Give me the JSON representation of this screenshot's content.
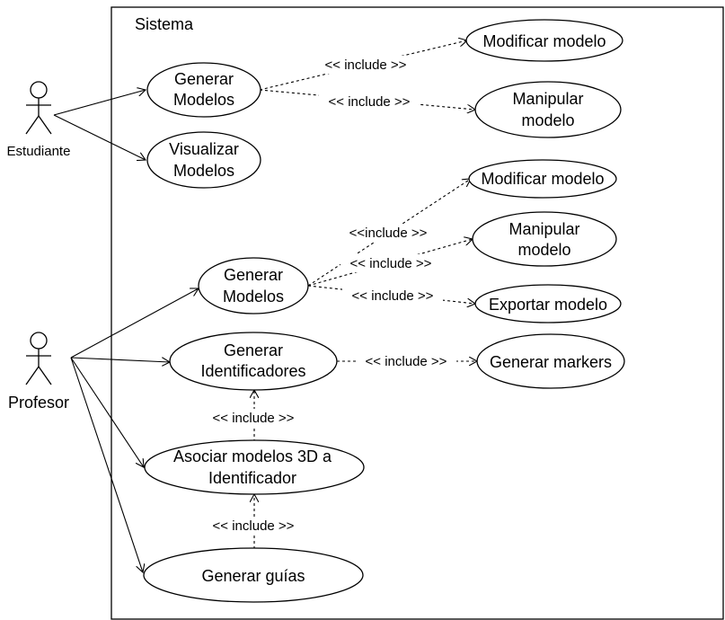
{
  "system": {
    "title": "Sistema"
  },
  "actors": {
    "estudiante": "Estudiante",
    "profesor": "Profesor"
  },
  "use_cases": {
    "est_generar_modelos": [
      "Generar",
      "Modelos"
    ],
    "est_visualizar_modelos": [
      "Visualizar",
      "Modelos"
    ],
    "est_modificar_modelo": "Modificar modelo",
    "est_manipular_modelo": [
      "Manipular",
      "modelo"
    ],
    "prof_generar_modelos": [
      "Generar",
      "Modelos"
    ],
    "prof_modificar_modelo": "Modificar modelo",
    "prof_manipular_modelo": [
      "Manipular",
      "modelo"
    ],
    "prof_exportar_modelo": "Exportar modelo",
    "prof_generar_identificadores": [
      "Generar",
      "Identificadores"
    ],
    "prof_generar_markers": "Generar markers",
    "prof_asociar_modelos": [
      "Asociar modelos 3D a",
      "Identificador"
    ],
    "prof_generar_guias": "Generar guías"
  },
  "include_labels": {
    "est_to_modificar": "<< include >>",
    "est_to_manipular": "<< include >>",
    "prof_to_modificar": "<<include >>",
    "prof_to_manipular": "<< include >>",
    "prof_to_exportar": "<< include >>",
    "ident_to_markers": "<< include >>",
    "asociar_to_ident": "<< include >>",
    "guias_to_asociar": "<< include >>"
  }
}
